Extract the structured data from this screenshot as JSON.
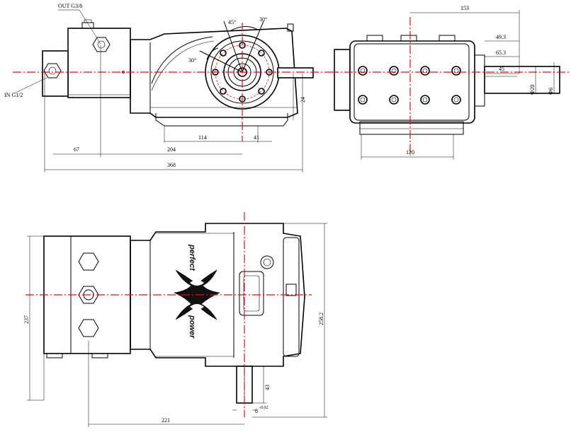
{
  "side_view": {
    "dims": {
      "out_port": "OUT G3/8",
      "in_port": "IN G1/2",
      "d67": "67",
      "d204": "204",
      "d114": "114",
      "d41": "41",
      "d368": "368",
      "a45": "45°",
      "a30": "30°",
      "a30b": "30°",
      "d24": "24"
    }
  },
  "end_view": {
    "dims": {
      "d153": "153",
      "d49": "49.3",
      "d65": "65.3",
      "d45": "45",
      "d120": "120",
      "phi20": "Ф20",
      "phi6": "Ф6"
    }
  },
  "top_view": {
    "brand_top": "perfect",
    "brand_bottom": "power",
    "dims": {
      "d237": "237",
      "d258": "258.2",
      "d221": "221",
      "d43": "43",
      "d8": "8",
      "d8tol": "-0.02"
    }
  }
}
